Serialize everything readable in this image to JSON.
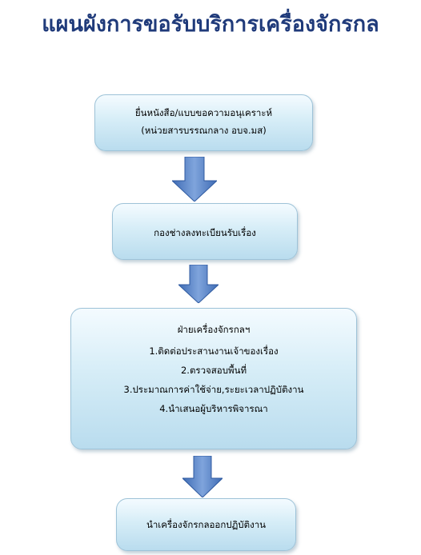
{
  "title": "แผนผังการขอรับบริการเครื่องจักรกล",
  "steps": [
    {
      "lines": [
        "ยื่นหนังสือ/แบบขอความอนุเคราะห์",
        "(หน่วยสารบรรณกลาง อบจ.มส)"
      ]
    },
    {
      "lines": [
        "กองช่างลงทะเบียนรับเรื่อง"
      ]
    },
    {
      "heading": "ฝ่ายเครื่องจักรกลฯ",
      "lines": [
        "1.ติดต่อประสานงานเจ้าของเรื่อง",
        "2.ตรวจสอบพื้นที่",
        "3.ประมาณการค่าใช้จ่าย,ระยะเวลาปฏิบัติงาน",
        "4.นำเสนอผู้บริหารพิจารณา"
      ]
    },
    {
      "lines": [
        "นำเครื่องจักรกลออกปฏิบัติงาน"
      ]
    }
  ],
  "colors": {
    "title": "#1f3a7a",
    "box_fill_top": "#f4fbff",
    "box_fill_bottom": "#b9dcee",
    "arrow_fill": "#5b86c8",
    "arrow_dark": "#2f5aa0"
  },
  "icons": {
    "connector": "down-arrow-icon"
  }
}
